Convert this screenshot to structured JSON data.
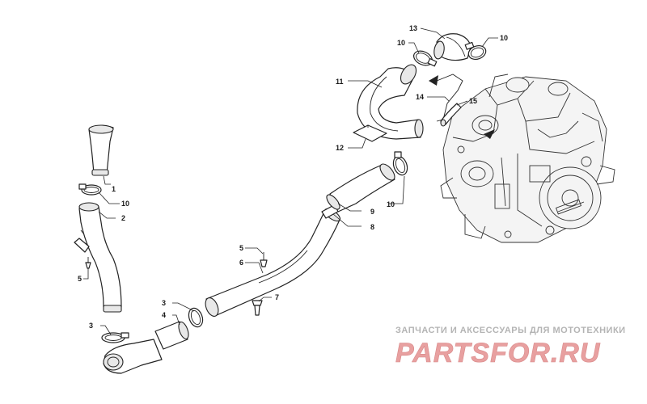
{
  "callouts": {
    "c13": "13",
    "c10a": "10",
    "c10b": "10",
    "c11": "11",
    "c14": "14",
    "c15": "15",
    "c12": "12",
    "c1": "1",
    "c10c": "10",
    "c2": "2",
    "c10d": "10",
    "c9": "9",
    "c8": "8",
    "c5a": "5",
    "c6": "6",
    "c5b": "5",
    "c7": "7",
    "c3a": "3",
    "c4": "4",
    "c3b": "3"
  },
  "watermark": {
    "caption": "ЗАПЧАСТИ И АКСЕССУАРЫ ДЛЯ МОТОТЕХНИКИ",
    "logo": "PARTSFOR.RU"
  },
  "colors": {
    "line": "#222222",
    "watermark_red": "#e8a0a0",
    "watermark_gray": "#b4b4b4"
  }
}
